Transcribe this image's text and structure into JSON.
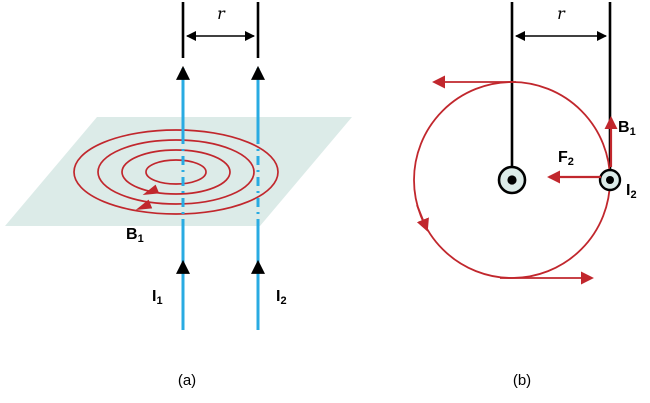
{
  "figure": {
    "panel_a": {
      "caption": "(a)",
      "separation_label": "r",
      "field_label": {
        "base": "B",
        "sub": "1"
      },
      "current1_label": {
        "base": "I",
        "sub": "1"
      },
      "current2_label": {
        "base": "I",
        "sub": "2"
      }
    },
    "panel_b": {
      "caption": "(b)",
      "separation_label": "r",
      "field_label": {
        "base": "B",
        "sub": "1"
      },
      "force_label": {
        "base": "F",
        "sub": "2"
      },
      "current2_label": {
        "base": "I",
        "sub": "2"
      }
    }
  },
  "colors": {
    "current": "#29abe2",
    "field": "#c1272d",
    "plane": "#dcebe8",
    "ink": "#000000"
  }
}
